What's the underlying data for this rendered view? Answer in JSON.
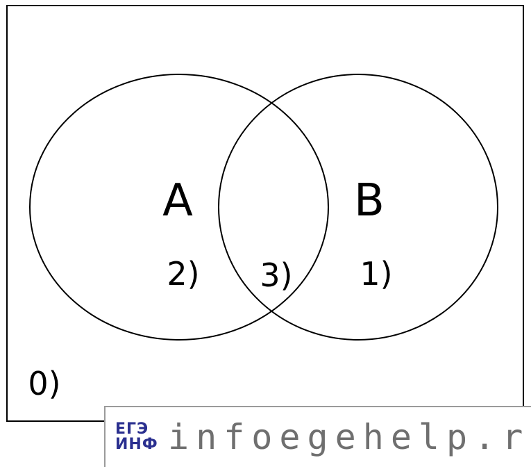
{
  "sets": {
    "a_label": "A",
    "b_label": "B"
  },
  "regions": {
    "outside": "0)",
    "a_only": "2)",
    "intersection": "3)",
    "b_only": "1)"
  },
  "watermark": {
    "logo_top": "ЕГЭ",
    "logo_bottom": "ИНФ",
    "site": "infoegehelp.ru"
  }
}
